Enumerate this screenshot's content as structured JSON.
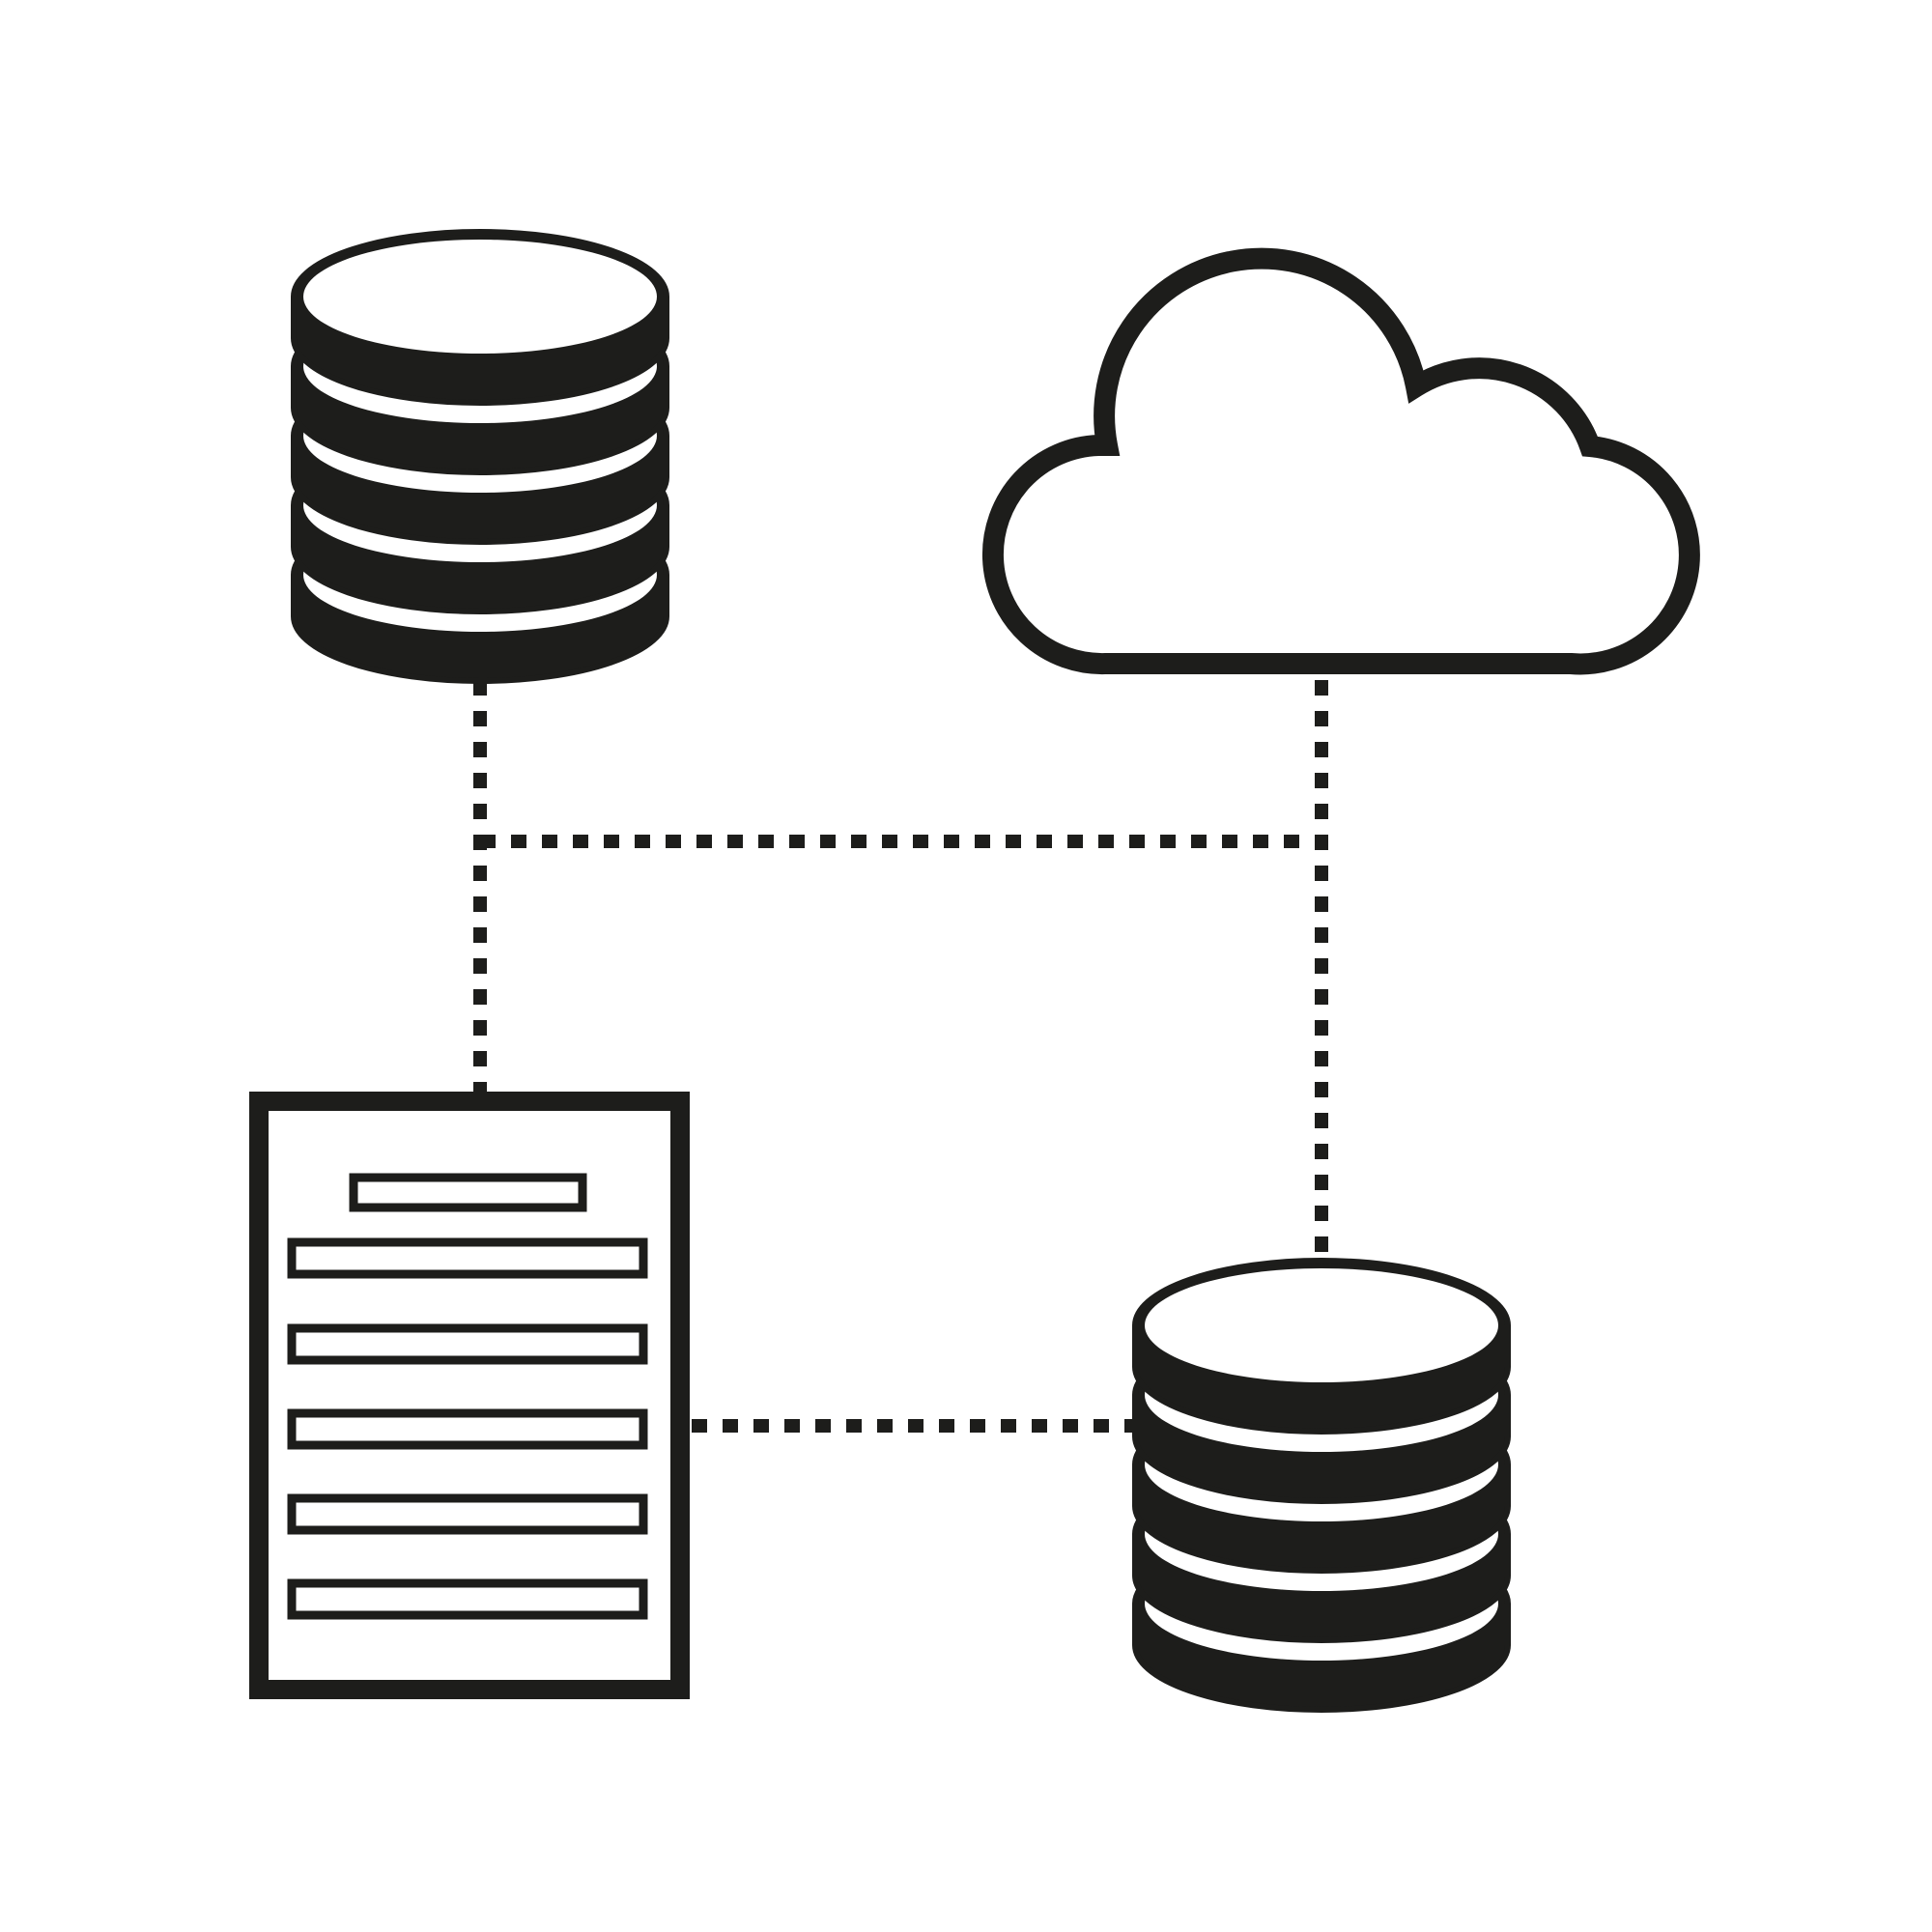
{
  "diagram": {
    "nodes": [
      {
        "id": "database-top-left",
        "kind": "database",
        "icon": "database-icon",
        "disks": 5
      },
      {
        "id": "cloud",
        "kind": "cloud",
        "icon": "cloud-icon"
      },
      {
        "id": "document",
        "kind": "document",
        "icon": "document-icon",
        "lines": 6
      },
      {
        "id": "database-bottom-right",
        "kind": "database",
        "icon": "database-icon",
        "disks": 5
      }
    ],
    "edges": [
      {
        "from": "database-top-left",
        "to": "document",
        "style": "dotted"
      },
      {
        "from": "database-top-left",
        "to": "cloud",
        "style": "dotted"
      },
      {
        "from": "cloud",
        "to": "database-bottom-right",
        "style": "dotted"
      },
      {
        "from": "document",
        "to": "database-bottom-right",
        "style": "dotted"
      }
    ]
  },
  "colors": {
    "ink": "#1d1d1b",
    "background": "#ffffff"
  }
}
